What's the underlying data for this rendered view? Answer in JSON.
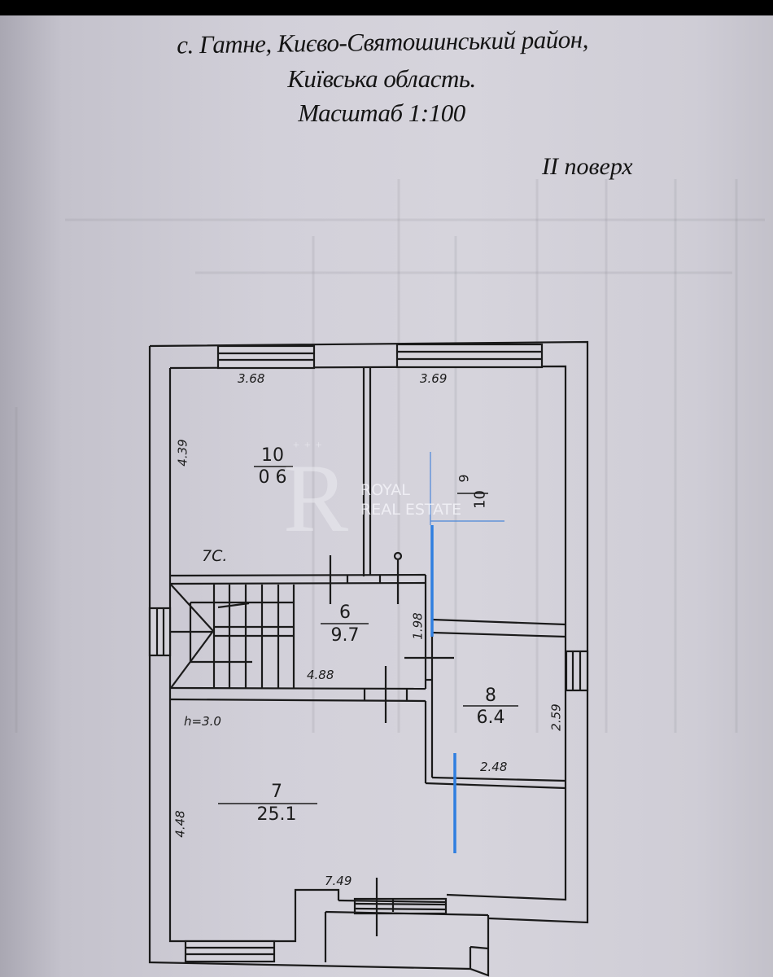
{
  "header": {
    "address_line_1": "с. Гатне, Києво-Святошинський район,",
    "address_line_2": "Київська область.",
    "scale": "Масштаб 1:100",
    "floor": "II поверх"
  },
  "rooms": [
    {
      "number": "10",
      "area": "0 6",
      "note": "partially obscured by watermark",
      "width_dim": "3.68",
      "height_dim": "4.39"
    },
    {
      "number": "9",
      "area": "10",
      "width_dim": "3.69"
    },
    {
      "number": "6",
      "area": "9.7",
      "width_dim": "4.88",
      "height_dim": "1.98"
    },
    {
      "number": "7",
      "area": "25.1",
      "width_dim": "7.49",
      "height_dim": "4.48",
      "ceiling_height": "h=3.0"
    },
    {
      "number": "8",
      "area": "6.4",
      "width_dim": "2.48",
      "height_dim": "2.59"
    }
  ],
  "annotations": {
    "room10_corner_note": "7С.",
    "ceiling_height": "h=3.0"
  },
  "watermark": {
    "logo_letter": "R",
    "stars": "+++",
    "line_1": "ROYAL",
    "line_2": "REAL ESTATE"
  },
  "colors": {
    "wall_line": "#1a1a1a",
    "blue_marker": "#2f7fe0",
    "paper": "#d4d2da"
  }
}
